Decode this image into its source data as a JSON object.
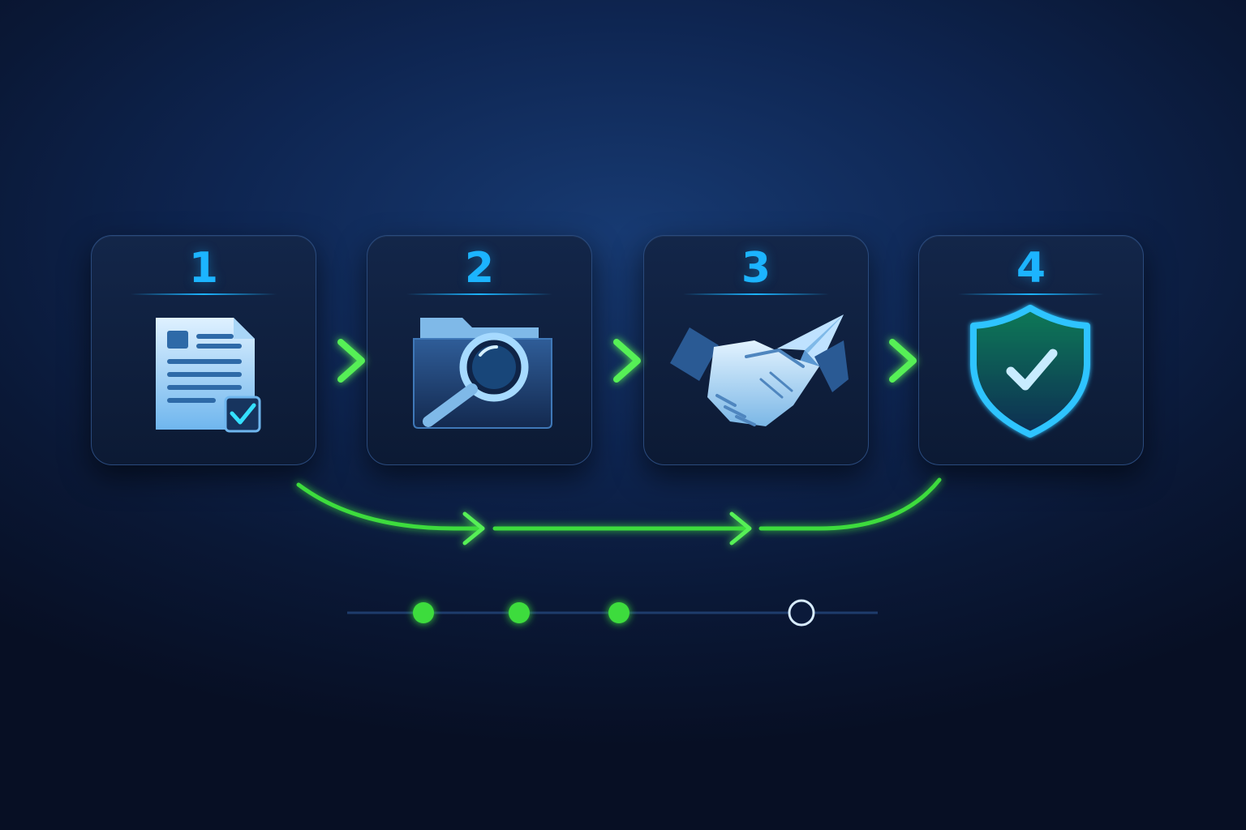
{
  "steps": [
    {
      "number": "1",
      "icon": "document-checklist-icon"
    },
    {
      "number": "2",
      "icon": "folder-search-icon"
    },
    {
      "number": "3",
      "icon": "handshake-paper-plane-icon"
    },
    {
      "number": "4",
      "icon": "shield-check-icon"
    }
  ],
  "progress": {
    "total_steps": 4,
    "completed_steps": 3
  },
  "colors": {
    "accent_blue": "#1cb4ff",
    "accent_green": "#3ddc3d",
    "background": "#0b1a3a"
  }
}
